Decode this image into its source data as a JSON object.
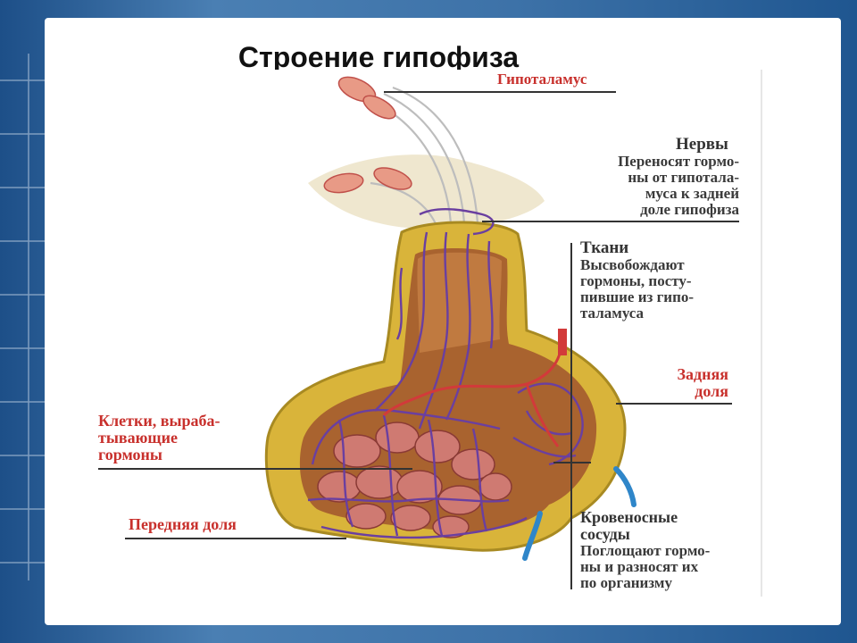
{
  "title": "Строение гипофиза",
  "labels": {
    "hypothalamus": "Гипоталамус",
    "nerves_title": "Нервы",
    "nerves_desc": "Переносят гормо-\nны от гипотала-\nмуса к задней\nдоле гипофиза",
    "tissues_title": "Ткани",
    "tissues_desc": "Высвобождают\nгормоны, посту-\nпившие из гипо-\nталамуса",
    "posterior_lobe": "Задняя\nдоля",
    "cells": "Клетки, выраба-\nтывающие\nгормоны",
    "anterior_lobe": "Передняя доля",
    "vessels_title": "Кровеносные\nсосуды",
    "vessels_desc": "Поглощают гормо-\nны и разносят их\nпо организму"
  },
  "colors": {
    "gland_outer": "#d9b43a",
    "gland_inner": "#f3dc76",
    "vessel_purple": "#6a3fa0",
    "artery_red": "#d23a3a",
    "vein_blue": "#2f86c9",
    "cell_pink": "#c9756f",
    "label_red": "#c8302c"
  }
}
